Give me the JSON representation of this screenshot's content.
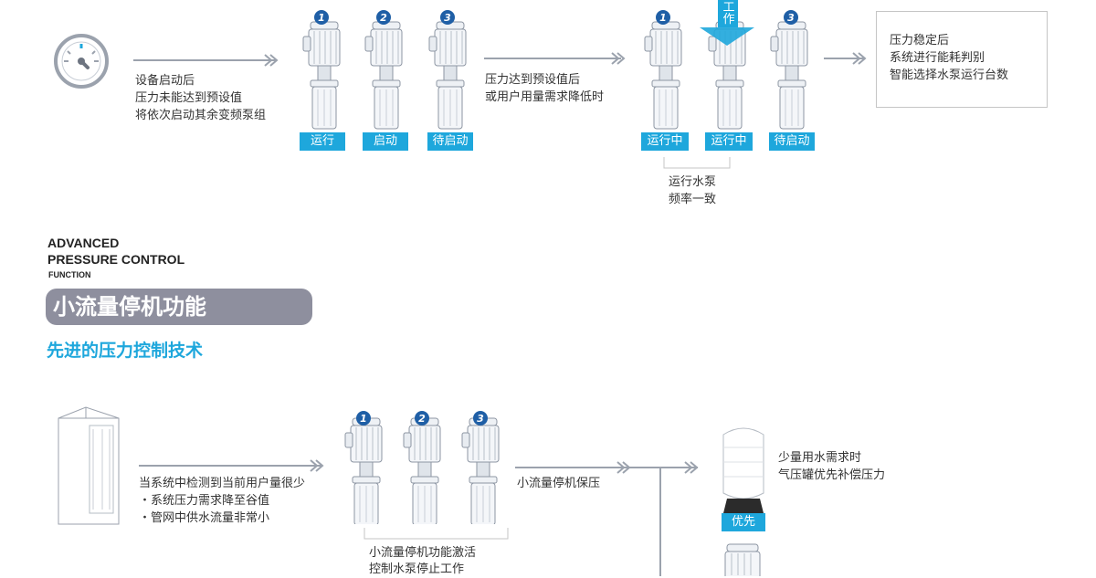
{
  "top": {
    "step1_text": [
      "设备启动后",
      "压力未能达到预设值",
      "将依次启动其余变频泵组"
    ],
    "group1": {
      "numbers": [
        "1",
        "2",
        "3"
      ],
      "labels": [
        "运行",
        "启动",
        "待启动"
      ]
    },
    "step2_text": [
      "压力达到预设值后",
      "或用户用量需求降低时"
    ],
    "group2": {
      "numbers": [
        "1",
        "",
        "3"
      ],
      "labels": [
        "运行中",
        "运行中",
        "待启动"
      ],
      "stop_label": "工作"
    },
    "bracket_text": [
      "运行水泵",
      "频率一致"
    ],
    "result_text": [
      "压力稳定后",
      "系统进行能耗判别",
      "智能选择水泵运行台数"
    ]
  },
  "section": {
    "heading_line1": "ADVANCED",
    "heading_line2": "PRESSURE CONTROL",
    "heading_line3": "FUNCTION",
    "title": "小流量停机功能",
    "subtitle": "先进的压力控制技术"
  },
  "bottom": {
    "detect_text": [
      "当系统中检测到当前用户量很少",
      "・系统压力需求降至谷值",
      "・管网中供水流量非常小"
    ],
    "group_numbers": [
      "1",
      "2",
      "3"
    ],
    "bracket_text": [
      "小流量停机功能激活",
      "控制水泵停止工作"
    ],
    "flow_label": "小流量停机保压",
    "tank_text": [
      "少量用水需求时",
      "气压罐优先补偿压力"
    ],
    "tank_badge": "优先"
  },
  "colors": {
    "accent": "#1ea7dc",
    "number": "#1f5fa6",
    "pill": "#8e8f9e",
    "arrow": "#9ba2ad"
  }
}
